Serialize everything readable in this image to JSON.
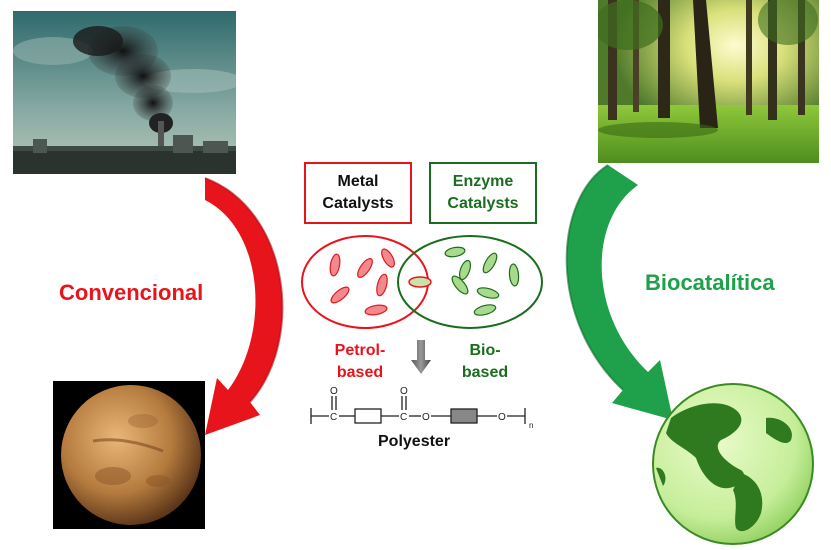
{
  "left_label": "Convencional",
  "right_label": "Biocatalítica",
  "metal_box": {
    "line1": "Metal",
    "line2": "Catalysts"
  },
  "enzyme_box": {
    "line1": "Enzyme",
    "line2": "Catalysts"
  },
  "petrol_label": {
    "line1": "Petrol-",
    "line2": "based"
  },
  "bio_label": {
    "line1": "Bio-",
    "line2": "based"
  },
  "polyester_label": "Polyester",
  "formula": {
    "o1": "O",
    "c1": "C",
    "o2": "O",
    "c2": "C",
    "o3": "O",
    "o4": "O",
    "n": "n"
  },
  "colors": {
    "red": "#e8141c",
    "green": "#1f8f3a",
    "dark_green": "#1a6d1f",
    "light_green": "#7ccf6c",
    "mars": "#c48a4a"
  },
  "icons": [
    "factory-smoke-photo",
    "forest-photo",
    "mars-planet",
    "earth-globe",
    "arrow-down-icon"
  ]
}
